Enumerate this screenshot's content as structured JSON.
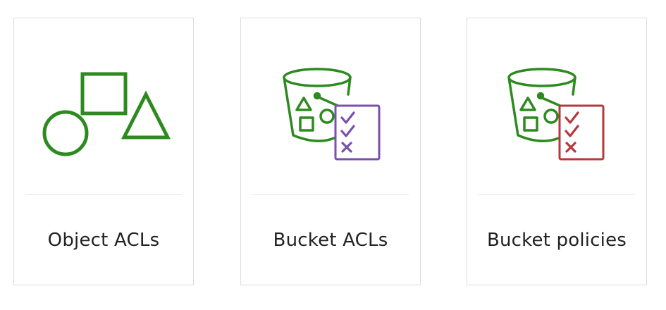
{
  "cards": [
    {
      "label": "Object ACLs",
      "icon": "shapes-icon",
      "accent": "#2d8a1f"
    },
    {
      "label": "Bucket ACLs",
      "icon": "bucket-checklist-icon",
      "accent": "#7b4fae",
      "marks": [
        "check",
        "check",
        "cross"
      ]
    },
    {
      "label": "Bucket policies",
      "icon": "bucket-policy-icon",
      "accent": "#b3393a",
      "marks": [
        "check",
        "check",
        "cross"
      ]
    }
  ],
  "colors": {
    "icon_green": "#2d8a1f",
    "acl_purple": "#7b4fae",
    "policy_red": "#b3393a",
    "border": "#dcdcdc",
    "divider": "#e3e3e3",
    "text": "#222222"
  }
}
